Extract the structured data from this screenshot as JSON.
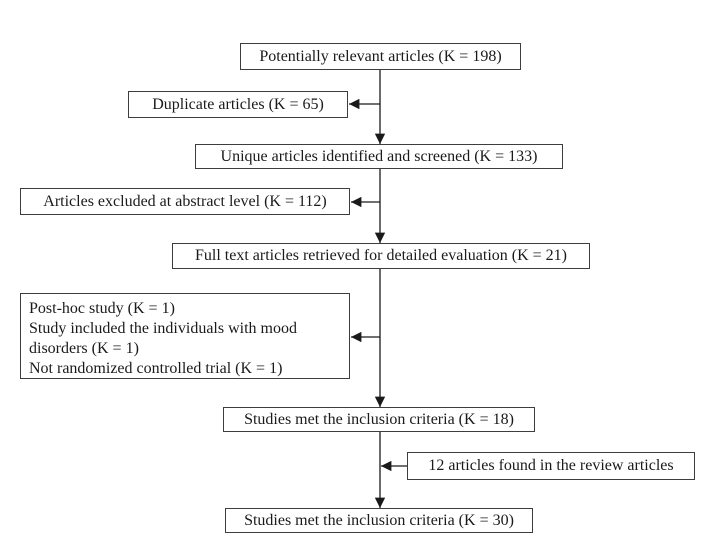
{
  "diagram": {
    "type": "flowchart",
    "accent_color": "#1a1a1a",
    "box_border_color": "#3d3d3d",
    "background_color": "#ffffff",
    "nodes": [
      {
        "id": "potentially-relevant",
        "text": "Potentially relevant articles (K = 198)"
      },
      {
        "id": "duplicate-articles",
        "text": "Duplicate articles (K = 65)"
      },
      {
        "id": "unique-articles",
        "text": "Unique articles identified and screened (K = 133)"
      },
      {
        "id": "excluded-abstract",
        "text": "Articles excluded at abstract level (K = 112)"
      },
      {
        "id": "fulltext-retrieved",
        "text": "Full text articles retrieved for detailed evaluation (K = 21)"
      },
      {
        "id": "exclusion-reasons",
        "lines": [
          "Post-hoc study (K = 1)",
          "Study included the individuals with mood disorders (K = 1)",
          "Not randomized controlled trial (K = 1)"
        ]
      },
      {
        "id": "inclusion-criteria-18",
        "text": "Studies met the inclusion criteria (K = 18)"
      },
      {
        "id": "review-articles-found",
        "text": "12 articles found in the review articles"
      },
      {
        "id": "inclusion-criteria-30",
        "text": "Studies met the inclusion criteria (K = 30)"
      }
    ],
    "edges": [
      {
        "from": "potentially-relevant",
        "to": "unique-articles"
      },
      {
        "from": "main-line",
        "to": "duplicate-articles"
      },
      {
        "from": "unique-articles",
        "to": "fulltext-retrieved"
      },
      {
        "from": "main-line",
        "to": "excluded-abstract"
      },
      {
        "from": "fulltext-retrieved",
        "to": "inclusion-criteria-18"
      },
      {
        "from": "main-line",
        "to": "exclusion-reasons"
      },
      {
        "from": "inclusion-criteria-18",
        "to": "inclusion-criteria-30"
      },
      {
        "from": "review-articles-found",
        "to": "main-line"
      }
    ]
  }
}
